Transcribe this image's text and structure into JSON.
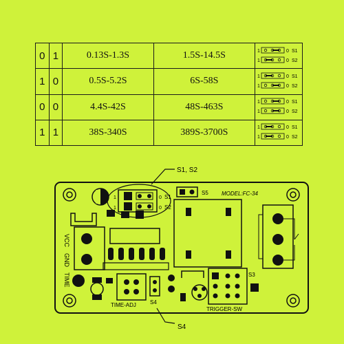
{
  "table": {
    "rows": [
      {
        "a": "0",
        "b": "1",
        "range1": "0.13S-1.3S",
        "range2": "1.5S-14.5S",
        "s1": "open",
        "s2": "closed"
      },
      {
        "a": "1",
        "b": "0",
        "range1": "0.5S-5.2S",
        "range2": "6S-58S",
        "s1": "closed",
        "s2": "open"
      },
      {
        "a": "0",
        "b": "0",
        "range1": "4.4S-42S",
        "range2": "48S-463S",
        "s1": "open",
        "s2": "open"
      },
      {
        "a": "1",
        "b": "1",
        "range1": "38S-340S",
        "range2": "389S-3700S",
        "s1": "closed",
        "s2": "closed"
      }
    ],
    "jumper_labels": {
      "left": "1",
      "right": "0",
      "s1": "S1",
      "s2": "S2"
    }
  },
  "board": {
    "callout_s1s2": "S1, S2",
    "callout_s4": "S4",
    "model": "MODEL:FC-34",
    "s5": "S5",
    "s3": "S3",
    "s4": "S4",
    "s1": "S1",
    "s2": "S2",
    "vcc": "VCC",
    "gnd": "GND",
    "time": "TIME",
    "time_adj": "TIME-ADJ",
    "trigger_sw": "TRIGGER-SW",
    "j1": "1",
    "j0": "0"
  },
  "colors": {
    "background": "#cff23a",
    "ink": "#111111"
  }
}
